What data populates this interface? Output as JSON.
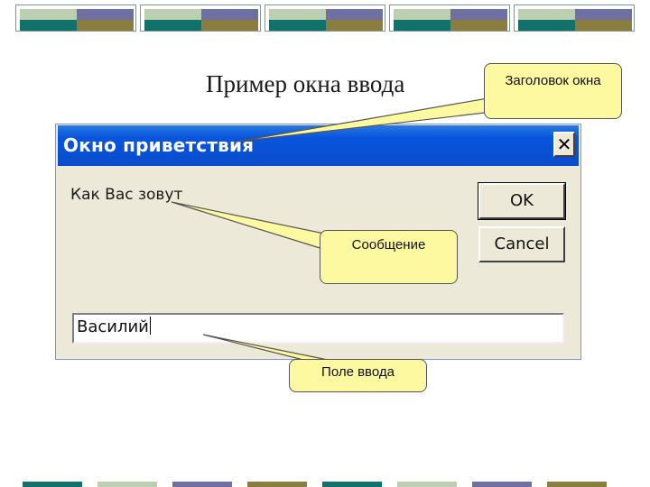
{
  "slide": {
    "title": "Пример окна ввода"
  },
  "dialog": {
    "title": "Окно приветствия",
    "close_glyph": "✕",
    "prompt": "Как Вас зовут",
    "ok_label": "OK",
    "cancel_label": "Cancel",
    "input_value": "Василий"
  },
  "callouts": {
    "title_label": "Заголовок окна",
    "message_label": "Сообщение",
    "input_label": "Поле ввода"
  },
  "colors": {
    "titlebar_blue": "#0a4ccc",
    "callout_fill": "#fdf9a0",
    "dialog_face": "#ece9d8",
    "deco_green": "#12726b",
    "deco_sage": "#bccfb1",
    "deco_purple": "#6f6fa1",
    "deco_olive": "#8b7d3f"
  },
  "icons": {
    "close": "close-icon",
    "caret": "text-caret"
  }
}
